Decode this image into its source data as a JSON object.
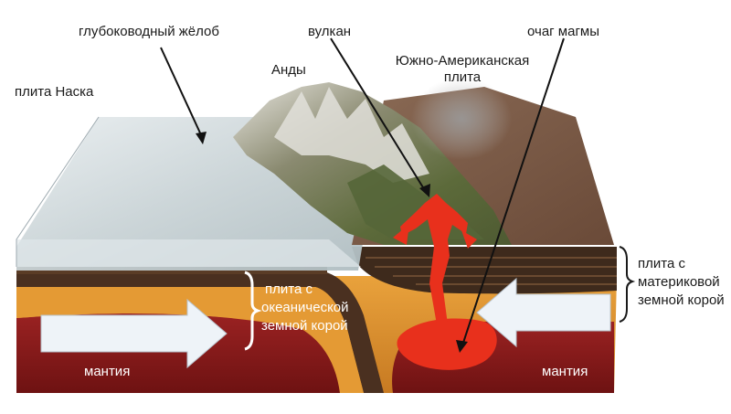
{
  "labels": {
    "trench": "глубоководный жёлоб",
    "volcano": "вулкан",
    "magma_chamber": "очаг магмы",
    "nazca_plate": "плита Наска",
    "andes": "Анды",
    "south_american_plate_1": "Южно-Американская",
    "south_american_plate_2": "плита",
    "oceanic_plate_1": "плита с",
    "oceanic_plate_2": "океанической",
    "oceanic_plate_3": "земной корой",
    "continental_plate_1": "плита с",
    "continental_plate_2": "материковой",
    "continental_plate_3": "земной корой",
    "mantle_left": "мантия",
    "mantle_right": "мантия"
  },
  "colors": {
    "mantle": "#8b1a1a",
    "asthenosphere": "#e0922e",
    "crust": "#4a3020",
    "ocean": "#c8d4d8",
    "magma": "#e8301c",
    "arrow": "#eef3f8"
  }
}
